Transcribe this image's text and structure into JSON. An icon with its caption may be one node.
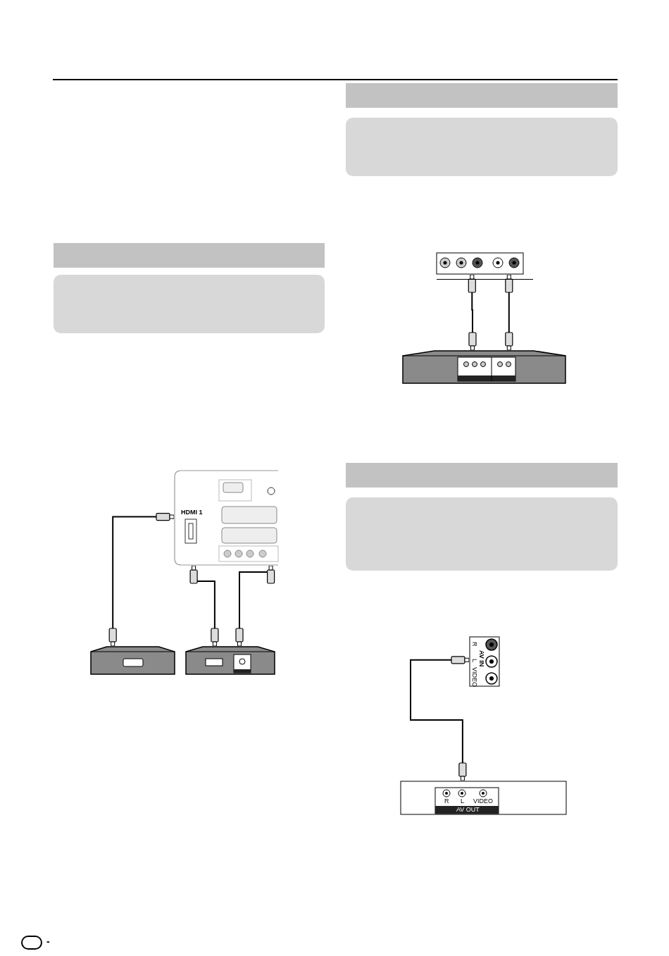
{
  "diagram": {
    "nodes": [
      {
        "text": [
          "HDMI 1"
        ]
      },
      {
        "text": [],
        "shape": "box"
      },
      {
        "text": [],
        "shape": "box"
      },
      {
        "text": [],
        "shape": "box"
      },
      {
        "text": [],
        "shape": "box"
      },
      {
        "text": [
          "AV IN",
          "R",
          "L",
          "VIDEO"
        ]
      },
      {
        "text": [
          "R",
          "L",
          "VIDEO",
          "AV OUT"
        ]
      },
      {
        "text": [],
        "shape": "bar"
      },
      {
        "text": [],
        "shape": "bar"
      },
      {
        "text": [],
        "shape": "bar"
      }
    ],
    "edges": [
      {
        "from": 0,
        "to": 1,
        "arrow": "other"
      },
      {
        "from": 0,
        "to": 2,
        "arrow": "other"
      },
      {
        "from": 0,
        "to": 2,
        "arrow": "other"
      },
      {
        "from": 3,
        "to": 4,
        "arrow": "other"
      },
      {
        "from": 3,
        "to": 4,
        "arrow": "other"
      },
      {
        "from": 5,
        "to": 6,
        "arrow": "other"
      }
    ],
    "labels": [
      "-"
    ]
  }
}
